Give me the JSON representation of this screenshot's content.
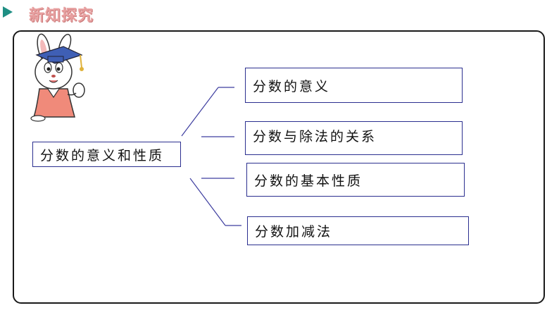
{
  "header": {
    "title": "新知探究"
  },
  "main": {
    "topic": "分数的意义和性质",
    "branches": [
      {
        "label": "分数的意义"
      },
      {
        "label": "分数与除法的关系"
      },
      {
        "label": "分数的基本性质"
      },
      {
        "label": "分数加减法"
      }
    ]
  },
  "colors": {
    "accent_teal": "#1f8f84",
    "title_pink": "#e8a0a0",
    "box_border": "#2b2f8f",
    "connector": "#3d3d9f"
  },
  "icons": {
    "header_marker": "play-triangle-icon",
    "mascot": "graduate-rabbit-mascot"
  }
}
